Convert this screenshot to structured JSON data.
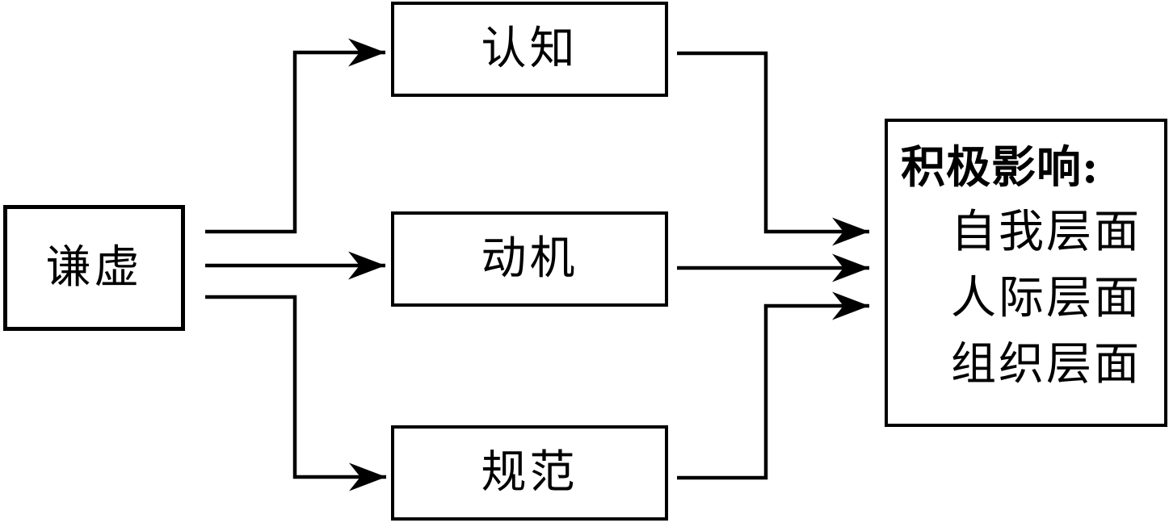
{
  "diagram": {
    "source": {
      "id": "humility",
      "label": "谦虚"
    },
    "mediators": [
      {
        "id": "cognition",
        "label": "认知"
      },
      {
        "id": "motivation",
        "label": "动机"
      },
      {
        "id": "norms",
        "label": "规范"
      }
    ],
    "outcome": {
      "id": "impact",
      "title": "积极影响:",
      "items": [
        "自我层面",
        "人际层面",
        "组织层面"
      ]
    },
    "edges": [
      {
        "from": "humility",
        "to": "cognition"
      },
      {
        "from": "humility",
        "to": "motivation"
      },
      {
        "from": "humility",
        "to": "norms"
      },
      {
        "from": "cognition",
        "to": "impact"
      },
      {
        "from": "motivation",
        "to": "impact"
      },
      {
        "from": "norms",
        "to": "impact"
      }
    ],
    "colors": {
      "line": "#000000",
      "background": "#ffffff"
    }
  }
}
